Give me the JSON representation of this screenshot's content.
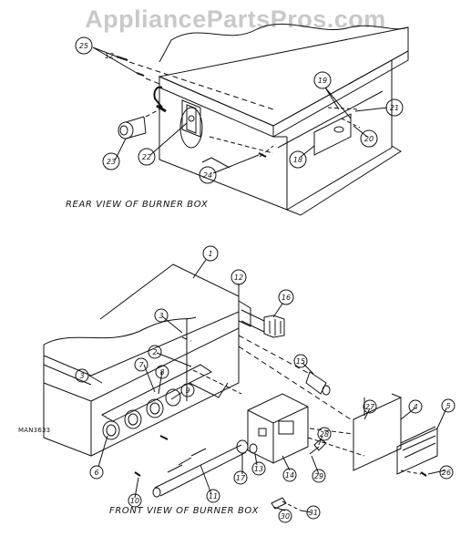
{
  "watermark": "AppliancePartsPros.com",
  "rear_caption": "REAR VIEW OF BURNER BOX",
  "front_caption": "FRONT VIEW OF BURNER BOX",
  "drawing_code": "MAN3633",
  "colors": {
    "line": "#111111",
    "watermark": "#c9c9c9"
  },
  "rear_callouts": [
    "25",
    "12",
    "23",
    "22",
    "24",
    "18",
    "19",
    "21",
    "20"
  ],
  "front_callouts": [
    "1",
    "12",
    "16",
    "3",
    "2",
    "7",
    "8",
    "9",
    "6",
    "10",
    "11",
    "17",
    "13",
    "14",
    "15",
    "28",
    "29",
    "27",
    "4",
    "5",
    "26",
    "30",
    "31",
    "3"
  ]
}
